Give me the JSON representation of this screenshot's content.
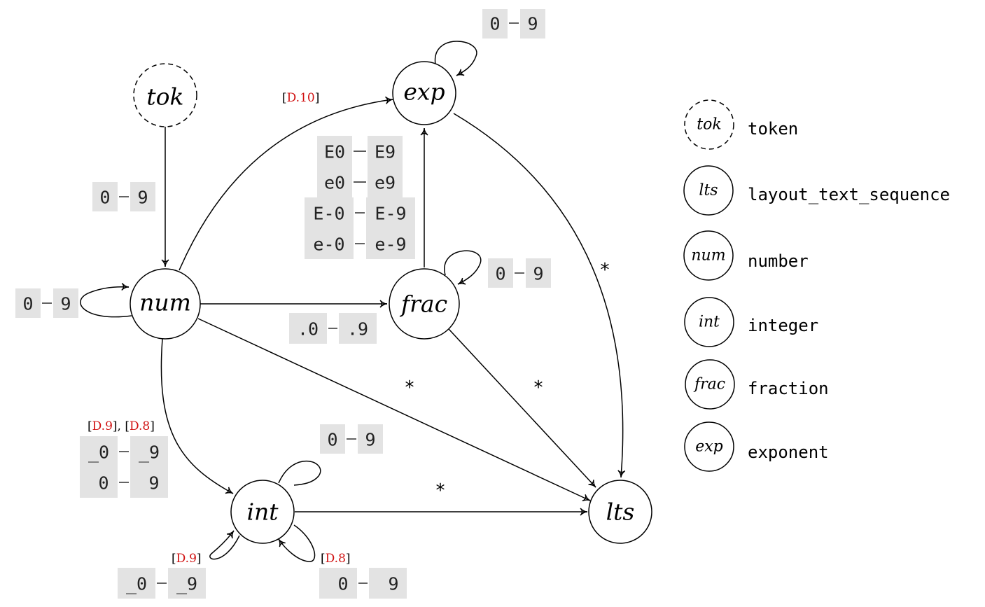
{
  "nodes": {
    "tok": "tok",
    "num": "num",
    "int": "int",
    "frac": "frac",
    "exp": "exp",
    "lts": "lts"
  },
  "ranges": {
    "exp_self": [
      "0",
      "9"
    ],
    "tok_num": [
      "0",
      "9"
    ],
    "num_self": [
      "0",
      "9"
    ],
    "frac_self": [
      "0",
      "9"
    ],
    "num_frac": [
      ".0",
      ".9"
    ],
    "frac_exp": [
      [
        "E0",
        "E9"
      ],
      [
        "e0",
        "e9"
      ],
      [
        "E-0",
        "E-9"
      ],
      [
        "e-0",
        "e-9"
      ]
    ],
    "num_int": [
      [
        "_0",
        "_9"
      ],
      [
        "0",
        "9"
      ]
    ],
    "int_self_top": [
      "0",
      "9"
    ],
    "int_self_left": [
      "_0",
      "_9"
    ],
    "int_self_right": [
      "0",
      "9"
    ]
  },
  "refs": {
    "num_exp": "D.10",
    "num_int_a": "D.9",
    "num_int_sep": ", ",
    "num_int_b": "D.8",
    "int_left": "D.9",
    "int_right": "D.8",
    "open": "[",
    "close": "]"
  },
  "edge_labels": {
    "star": "*"
  },
  "legend": [
    {
      "abbr": "tok",
      "name": "token",
      "dashed": true
    },
    {
      "abbr": "lts",
      "name": "layout_text_sequence",
      "dashed": false
    },
    {
      "abbr": "num",
      "name": "number",
      "dashed": false
    },
    {
      "abbr": "int",
      "name": "integer",
      "dashed": false
    },
    {
      "abbr": "frac",
      "name": "fraction",
      "dashed": false
    },
    {
      "abbr": "exp",
      "name": "exponent",
      "dashed": false
    }
  ],
  "colors": {
    "reference": "#d01010",
    "range_box": "#e3e3e3",
    "stroke": "#000000"
  }
}
